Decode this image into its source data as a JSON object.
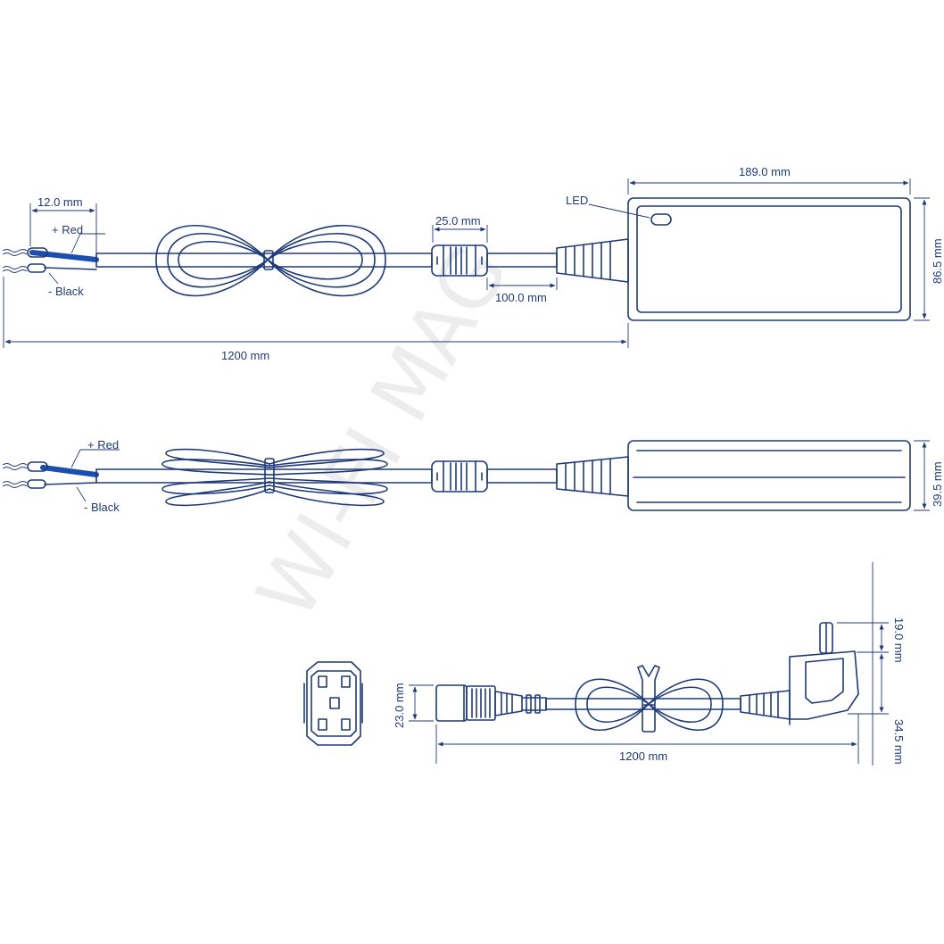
{
  "labels": {
    "strip_length": "12.0 mm",
    "plus_red": "+ Red",
    "minus_black": "- Black",
    "ferrite_length": "25.0 mm",
    "ferrite_offset": "100.0 mm",
    "dc_cable_length": "1200 mm",
    "led": "LED",
    "body_length": "189.0 mm",
    "body_width": "86.5 mm",
    "body_height": "39.5 mm",
    "plug_top": "19.0 mm",
    "plug_bottom": "34.5 mm",
    "c13_height": "23.0 mm",
    "ac_cable_length": "1200 mm"
  },
  "watermark": "WI-FI MAG",
  "colors": {
    "line": "#1f3a78",
    "red_wire": "#1a4fb0",
    "watermark": "#d9d9d9"
  }
}
